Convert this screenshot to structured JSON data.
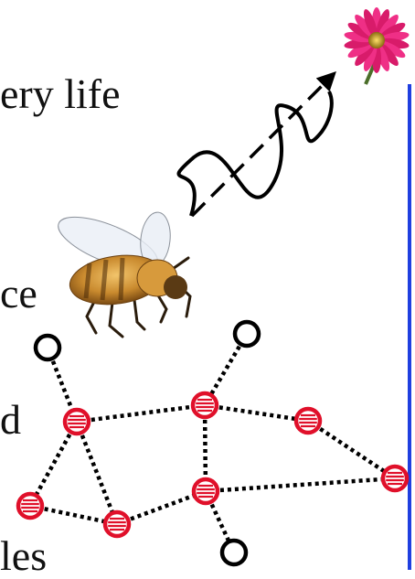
{
  "text_fragments": {
    "line1": "ery life",
    "line2": "ce",
    "line3": "d",
    "line4": "les"
  },
  "colors": {
    "divider": "#1f3fe0",
    "active_node": "#e0102a",
    "inactive_node": "#000000",
    "edge": "#000000",
    "signal": "#000000"
  },
  "icons": {
    "flower": "pink-gerbera-flower",
    "insect": "honeybee"
  },
  "network": {
    "nodes": [
      {
        "id": "n1",
        "state": "inactive"
      },
      {
        "id": "n2",
        "state": "inactive"
      },
      {
        "id": "n3",
        "state": "active"
      },
      {
        "id": "n4",
        "state": "active"
      },
      {
        "id": "n5",
        "state": "active"
      },
      {
        "id": "n6",
        "state": "active"
      },
      {
        "id": "n7",
        "state": "active"
      },
      {
        "id": "n8",
        "state": "active"
      },
      {
        "id": "n9",
        "state": "active"
      },
      {
        "id": "n10",
        "state": "inactive"
      }
    ],
    "edges": [
      [
        "n1",
        "n3"
      ],
      [
        "n2",
        "n4"
      ],
      [
        "n3",
        "n4"
      ],
      [
        "n4",
        "n5"
      ],
      [
        "n4",
        "n8"
      ],
      [
        "n3",
        "n6"
      ],
      [
        "n3",
        "n7"
      ],
      [
        "n6",
        "n7"
      ],
      [
        "n7",
        "n8"
      ],
      [
        "n8",
        "n9"
      ],
      [
        "n5",
        "n9"
      ],
      [
        "n8",
        "n10"
      ]
    ]
  }
}
